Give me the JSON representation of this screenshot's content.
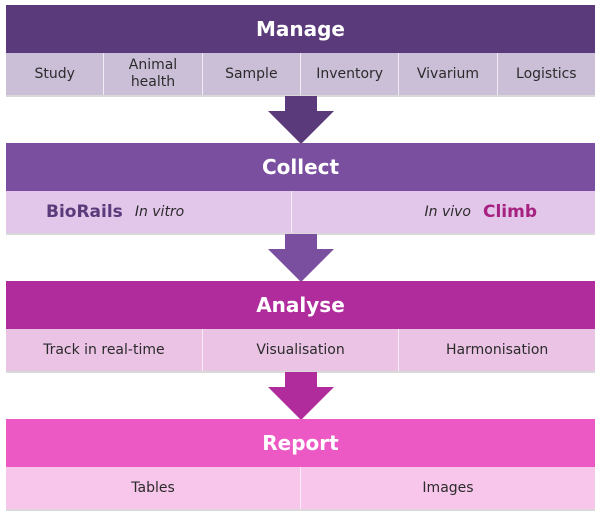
{
  "colors": {
    "manage_header": "#5a3a7a",
    "manage_row": "#cbbfd8",
    "collect_header": "#7a4fa0",
    "collect_row": "#e3c7ea",
    "analyse_header": "#b02c9c",
    "analyse_row": "#eac3e5",
    "report_header": "#ec59c5",
    "report_row": "#f7c6ea",
    "biorails_text": "#5a3a7a",
    "climb_text": "#a62080"
  },
  "manage": {
    "title": "Manage",
    "items": [
      "Study",
      "Animal health",
      "Sample",
      "Inventory",
      "Vivarium",
      "Logistics"
    ]
  },
  "collect": {
    "title": "Collect",
    "left_brand": "BioRails",
    "left_label": "In vitro",
    "right_label": "In vivo",
    "right_brand": "Climb"
  },
  "analyse": {
    "title": "Analyse",
    "items": [
      "Track in real-time",
      "Visualisation",
      "Harmonisation"
    ]
  },
  "report": {
    "title": "Report",
    "items": [
      "Tables",
      "Images"
    ]
  }
}
